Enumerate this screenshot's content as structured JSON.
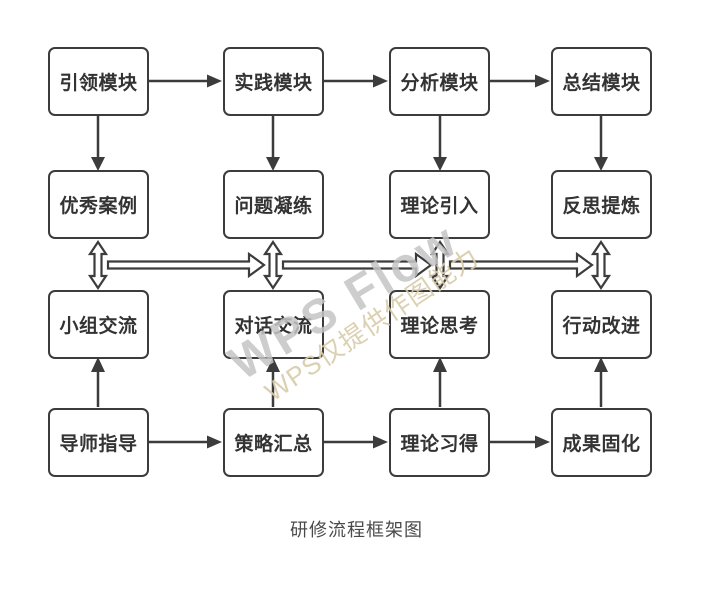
{
  "diagram": {
    "caption": "研修流程框架图",
    "rows": [
      {
        "name": "modules",
        "items": [
          {
            "label": "引领模块"
          },
          {
            "label": "实践模块"
          },
          {
            "label": "分析模块"
          },
          {
            "label": "总结模块"
          }
        ]
      },
      {
        "name": "refinement",
        "items": [
          {
            "label": "优秀案例"
          },
          {
            "label": "问题凝练"
          },
          {
            "label": "理论引入"
          },
          {
            "label": "反思提炼"
          }
        ]
      },
      {
        "name": "exchange",
        "items": [
          {
            "label": "小组交流"
          },
          {
            "label": "对话交流"
          },
          {
            "label": "理论思考"
          },
          {
            "label": "行动改进"
          }
        ]
      },
      {
        "name": "foundation",
        "items": [
          {
            "label": "导师指导"
          },
          {
            "label": "策略汇总"
          },
          {
            "label": "理论习得"
          },
          {
            "label": "成果固化"
          }
        ]
      }
    ]
  },
  "watermark": {
    "line1": "WPS Flow",
    "line2": "WPS仅提供作图能力"
  },
  "colors": {
    "line": "#3c3c3c",
    "box_text": "#333333",
    "caption_text": "#4a4a4a",
    "watermark_gray": "#c5c5c5",
    "watermark_tan": "#d8cba9",
    "background": "#ffffff"
  }
}
